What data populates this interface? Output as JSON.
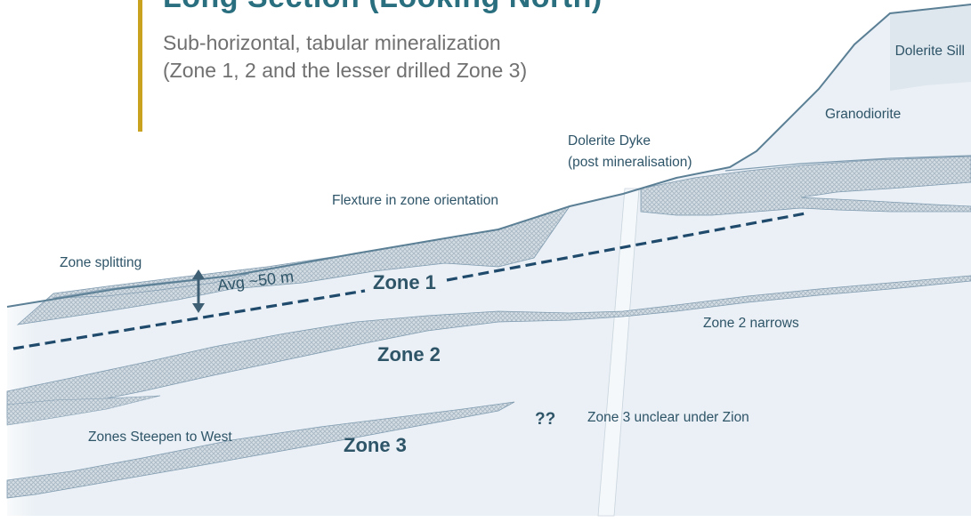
{
  "slide": {
    "title": "Long Section (Looking North)",
    "subtitle_lines": [
      "Sub-horizontal, tabular mineralization",
      "(Zone 1, 2 and the lesser drilled Zone 3)"
    ]
  },
  "labels": {
    "dolerite_sill": "Dolerite Sill",
    "granodiorite": "Granodiorite",
    "dolerite_dyke_line1": "Dolerite Dyke",
    "dolerite_dyke_line2": "(post mineralisation)",
    "flexture": "Flexture in zone orientation",
    "zone_splitting": "Zone splitting",
    "thickness": "Avg ~50 m",
    "zone1": "Zone 1",
    "zone2": "Zone 2",
    "zone2_narrows": "Zone 2 narrows",
    "zone3": "Zone 3",
    "unknown_marks": "??",
    "zone3_unclear": "Zone 3 unclear under Zion",
    "zones_steepen": "Zones Steepen to West"
  },
  "colors": {
    "accent": "#c9a21f",
    "title": "#2a6f7f",
    "subtitle": "#707070",
    "rock_fill": "#eaf0f5",
    "outline": "#7f9bb0",
    "surface_line": "#5b7f95",
    "ore_hatch": "#a7b6c2",
    "dashed_line": "#1f4a6b",
    "label": "#2e5468"
  }
}
